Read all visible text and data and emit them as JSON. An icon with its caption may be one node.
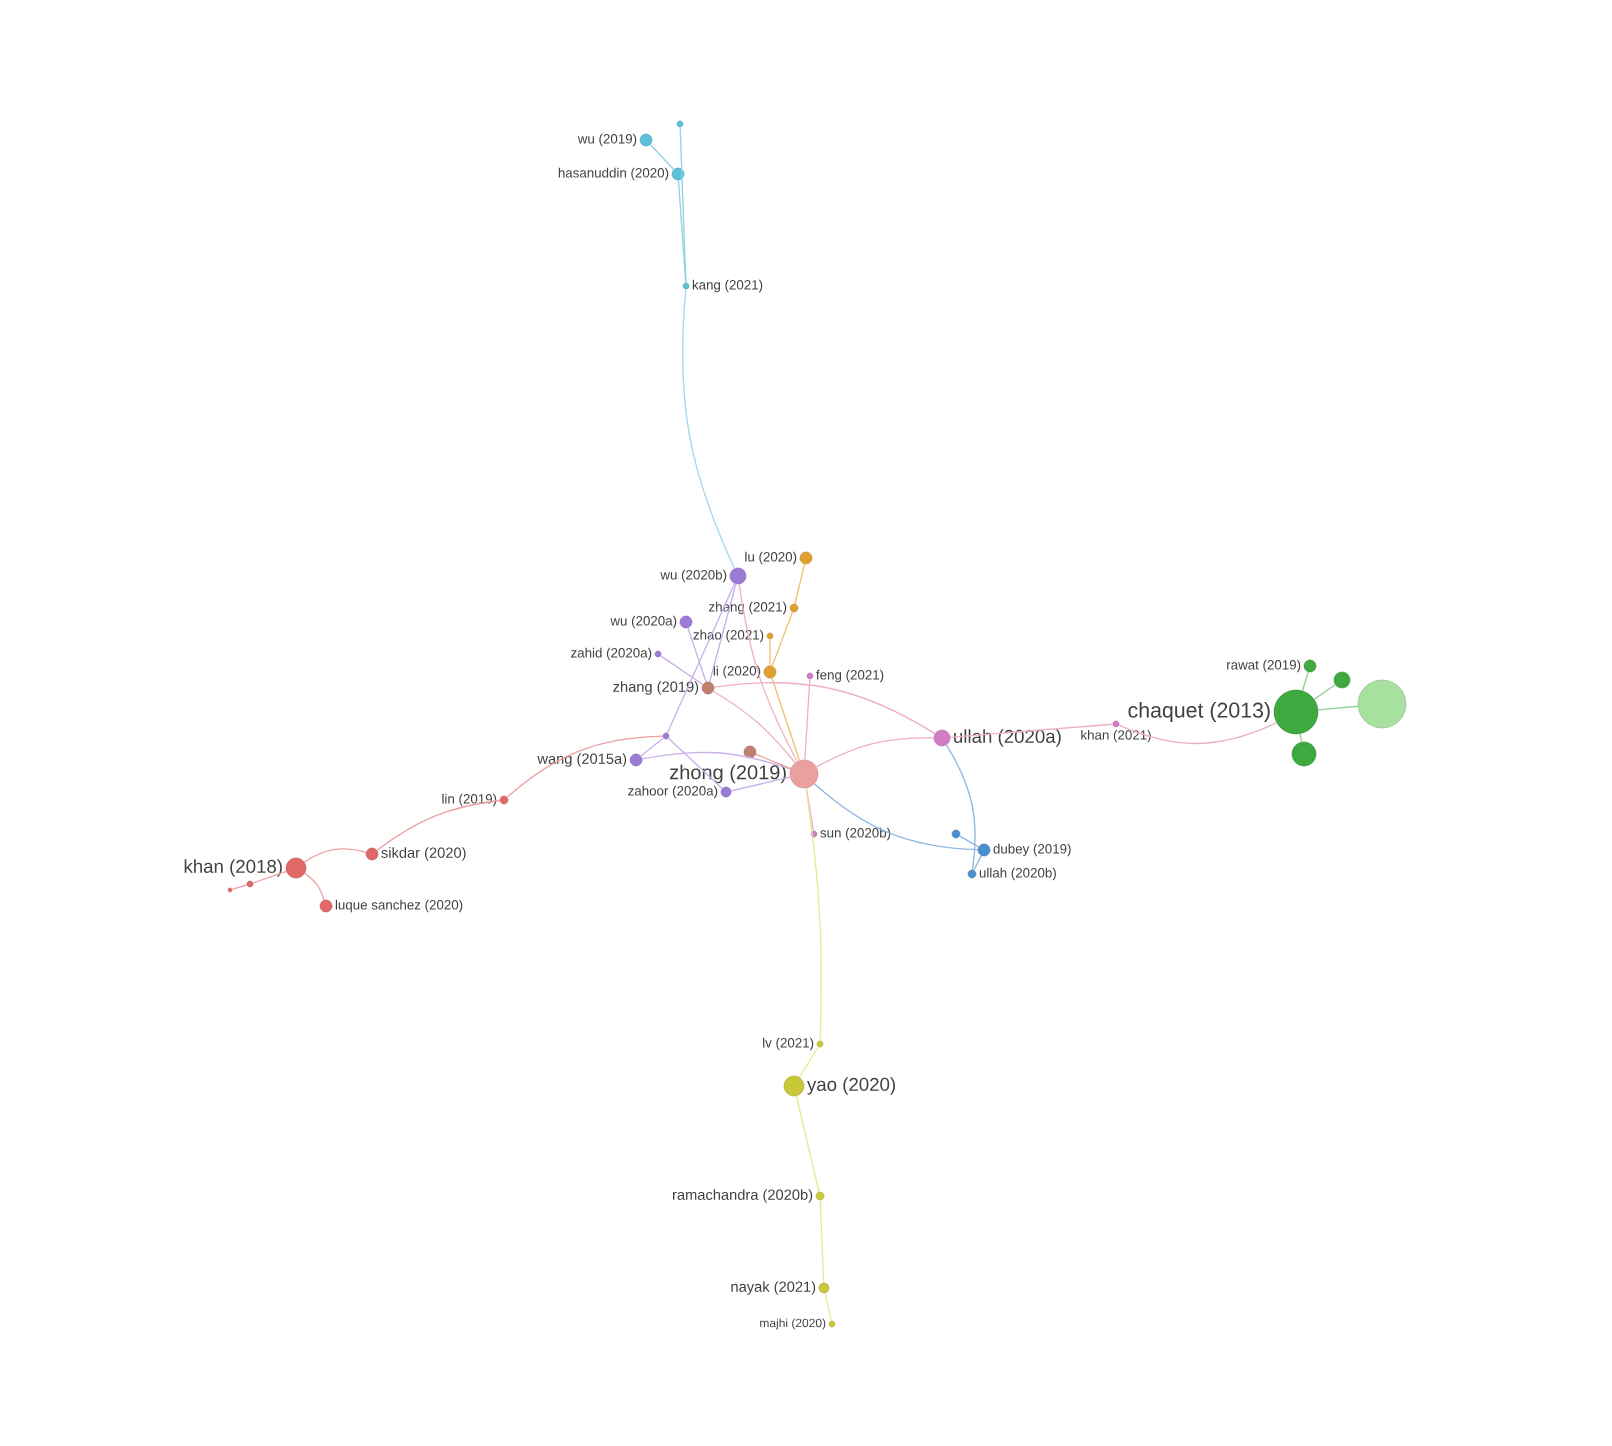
{
  "diagram": {
    "nodes": [
      {
        "text": [
          "wu (2019)"
        ]
      },
      {
        "text": [
          "hasanuddin (2020)"
        ]
      },
      {
        "text": [],
        "shape": "circle"
      },
      {
        "text": [
          "kang (2021)"
        ]
      },
      {
        "text": [
          "lu (2020)"
        ]
      },
      {
        "text": [
          "wu (2020b)"
        ]
      },
      {
        "text": [
          "zhang (2021)"
        ]
      },
      {
        "text": [
          "zhao (2021)"
        ]
      },
      {
        "text": [
          "wu (2020a)"
        ]
      },
      {
        "text": [
          "zahid (2020a)"
        ]
      },
      {
        "text": [
          "li (2020)"
        ]
      },
      {
        "text": [
          "feng (2021)"
        ]
      },
      {
        "text": [
          "zhang (2019)"
        ]
      },
      {
        "text": [
          "wang (2015a)"
        ]
      },
      {
        "text": [],
        "shape": "circle"
      },
      {
        "text": [],
        "shape": "circle"
      },
      {
        "text": [
          "zhong (2019)"
        ]
      },
      {
        "text": [
          "zahoor (2020a)"
        ]
      },
      {
        "text": [
          "sun (2020b)"
        ]
      },
      {
        "text": [
          "lin (2019)"
        ]
      },
      {
        "text": [
          "sikdar (2020)"
        ]
      },
      {
        "text": [
          "khan (2018)"
        ]
      },
      {
        "text": [],
        "shape": "circle"
      },
      {
        "text": [],
        "shape": "circle"
      },
      {
        "text": [
          "luque sanchez (2020)"
        ]
      },
      {
        "text": [
          "ullah (2020a)"
        ]
      },
      {
        "text": [
          "khan (2021)"
        ]
      },
      {
        "text": [
          "chaquet (2013)"
        ]
      },
      {
        "text": [
          "rawat (2019)"
        ]
      },
      {
        "text": [],
        "shape": "circle"
      },
      {
        "text": [],
        "shape": "circle"
      },
      {
        "text": [],
        "shape": "circle"
      },
      {
        "text": [],
        "shape": "circle"
      },
      {
        "text": [
          "dubey (2019)"
        ]
      },
      {
        "text": [
          "ullah (2020b)"
        ]
      },
      {
        "text": [
          "lv (2021)"
        ]
      },
      {
        "text": [
          "yao (2020)"
        ]
      },
      {
        "text": [
          "ramachandra (2020b)"
        ]
      },
      {
        "text": [
          "nayak (2021)"
        ]
      },
      {
        "text": [
          "majhi (2020)"
        ]
      }
    ],
    "edges": [
      {
        "from": 1,
        "to": 3,
        "arrow": "none",
        "color": "#8fd3e3"
      },
      {
        "from": 2,
        "to": 3,
        "arrow": "none",
        "color": "#8fd3e3"
      },
      {
        "from": 0,
        "to": 1,
        "arrow": "none",
        "color": "#8fd3e3"
      },
      {
        "from": 3,
        "to": 5,
        "arrow": "none",
        "color": "#a9d6ea"
      },
      {
        "from": 4,
        "to": 6,
        "arrow": "none",
        "color": "#f0c070"
      },
      {
        "from": 6,
        "to": 10,
        "arrow": "none",
        "color": "#f0c070"
      },
      {
        "from": 7,
        "to": 10,
        "arrow": "none",
        "color": "#f0c070"
      },
      {
        "from": 10,
        "to": 16,
        "arrow": "none",
        "color": "#f0c070"
      },
      {
        "from": 11,
        "to": 16,
        "arrow": "none",
        "color": "#eeb0c8"
      },
      {
        "from": 5,
        "to": 16,
        "arrow": "none",
        "color": "#eeb0c8"
      },
      {
        "from": 5,
        "to": 12,
        "arrow": "none",
        "color": "#c8b0e8"
      },
      {
        "from": 8,
        "to": 12,
        "arrow": "none",
        "color": "#c8b0e8"
      },
      {
        "from": 9,
        "to": 12,
        "arrow": "none",
        "color": "#c8b0e8"
      },
      {
        "from": 12,
        "to": 16,
        "arrow": "none",
        "color": "#eeb0c8"
      },
      {
        "from": 13,
        "to": 14,
        "arrow": "none",
        "color": "#c8b0e8"
      },
      {
        "from": 14,
        "to": 5,
        "arrow": "none",
        "color": "#c8b0e8"
      },
      {
        "from": 14,
        "to": 17,
        "arrow": "none",
        "color": "#c8b0e8"
      },
      {
        "from": 13,
        "to": 16,
        "arrow": "none",
        "color": "#c8b0e8"
      },
      {
        "from": 17,
        "to": 16,
        "arrow": "none",
        "color": "#c8b0e8"
      },
      {
        "from": 15,
        "to": 16,
        "arrow": "none",
        "color": "#eea0a0"
      },
      {
        "from": 19,
        "to": 14,
        "arrow": "none",
        "color": "#eea0a0"
      },
      {
        "from": 20,
        "to": 19,
        "arrow": "none",
        "color": "#eea0a0"
      },
      {
        "from": 21,
        "to": 20,
        "arrow": "none",
        "color": "#eea0a0"
      },
      {
        "from": 24,
        "to": 21,
        "arrow": "none",
        "color": "#eea0a0"
      },
      {
        "from": 21,
        "to": 22,
        "arrow": "none",
        "color": "#eea0a0"
      },
      {
        "from": 22,
        "to": 23,
        "arrow": "none",
        "color": "#eea0a0"
      },
      {
        "from": 16,
        "to": 25,
        "arrow": "none",
        "color": "#eeb0c8"
      },
      {
        "from": 25,
        "to": 26,
        "arrow": "none",
        "color": "#eeb0c8"
      },
      {
        "from": 26,
        "to": 27,
        "arrow": "none",
        "color": "#eeb0c8"
      },
      {
        "from": 27,
        "to": 28,
        "arrow": "none",
        "color": "#90d090"
      },
      {
        "from": 27,
        "to": 29,
        "arrow": "none",
        "color": "#90d090"
      },
      {
        "from": 27,
        "to": 30,
        "arrow": "none",
        "color": "#90d090"
      },
      {
        "from": 27,
        "to": 31,
        "arrow": "none",
        "color": "#90d090"
      },
      {
        "from": 16,
        "to": 33,
        "arrow": "none",
        "color": "#90b8e0"
      },
      {
        "from": 25,
        "to": 34,
        "arrow": "none",
        "color": "#90b8e0"
      },
      {
        "from": 32,
        "to": 33,
        "arrow": "none",
        "color": "#90b8e0"
      },
      {
        "from": 33,
        "to": 34,
        "arrow": "none",
        "color": "#90b8e0"
      },
      {
        "from": 16,
        "to": 18,
        "arrow": "none",
        "color": "#eeb0c8"
      },
      {
        "from": 16,
        "to": 35,
        "arrow": "none",
        "color": "#e8e890"
      },
      {
        "from": 35,
        "to": 36,
        "arrow": "none",
        "color": "#e8e890"
      },
      {
        "from": 36,
        "to": 37,
        "arrow": "none",
        "color": "#e8e890"
      },
      {
        "from": 37,
        "to": 38,
        "arrow": "none",
        "color": "#e8e890"
      },
      {
        "from": 38,
        "to": 39,
        "arrow": "none",
        "color": "#e8e890"
      },
      {
        "from": 12,
        "to": 25,
        "arrow": "none",
        "color": "#eeb0c8"
      }
    ]
  }
}
